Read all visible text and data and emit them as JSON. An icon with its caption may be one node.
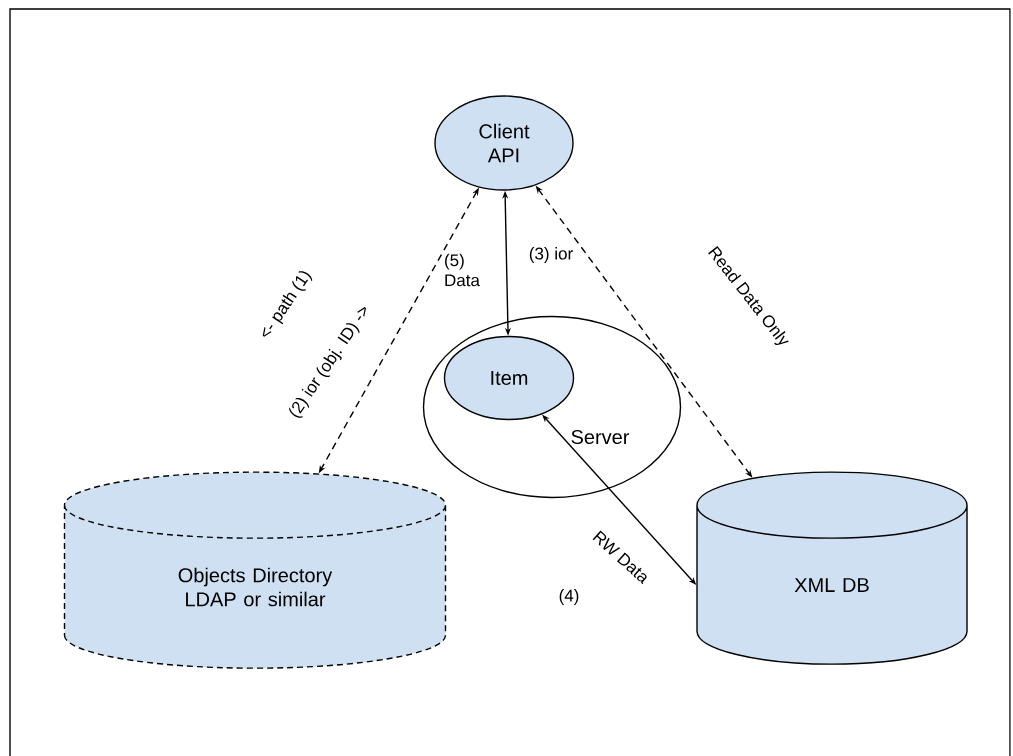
{
  "diagram": {
    "nodes": [
      {
        "text": [],
        "shape": "box"
      },
      {
        "text": [
          "Client API"
        ],
        "in": 0
      },
      {
        "text": [
          "Server"
        ],
        "in": 0
      },
      {
        "text": [
          "Item"
        ],
        "in": 2
      },
      {
        "text": [
          "Objects Directory LDAP or similar"
        ],
        "in": 0
      },
      {
        "text": [
          "XML DB"
        ],
        "in": 0
      }
    ],
    "edges": [
      {
        "from": 1,
        "to": 4,
        "arrow": "both",
        "style": "dashed",
        "label": "<- path (1)"
      },
      {
        "from": 1,
        "to": 3,
        "arrow": "both",
        "label": "(3) ior"
      },
      {
        "from": 1,
        "to": 5,
        "arrow": "both",
        "style": "dashed",
        "label": "Read Data Only"
      },
      {
        "from": 3,
        "to": 5,
        "arrow": "both",
        "label": "RW Data"
      }
    ],
    "labels": [
      "(2) ior (obj. ID) ->",
      "(5) Data",
      "(4)"
    ]
  }
}
